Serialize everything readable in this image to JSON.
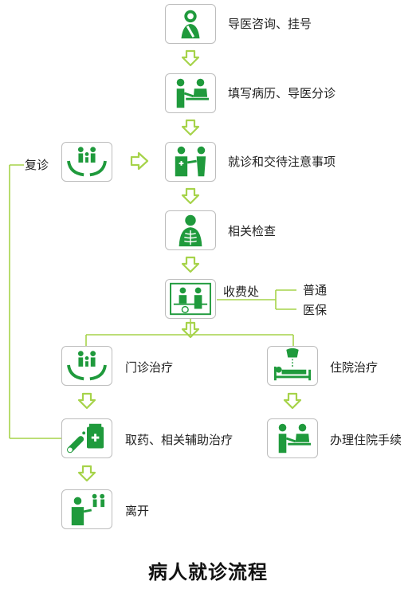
{
  "steps": {
    "register": "导医咨询、挂号",
    "fill_record": "填写病历、导医分诊",
    "consult": "就诊和交待注意事项",
    "examination": "相关检查",
    "cashier": "收费处",
    "outpatient": "门诊治疗",
    "inpatient": "住院治疗",
    "medicine": "取药、相关辅助治疗",
    "admission": "办理住院手续",
    "leave": "离开"
  },
  "payment_types": {
    "normal": "普通",
    "insurance": "医保"
  },
  "followup": "复诊",
  "title": "病人就诊流程",
  "colors": {
    "accent": "#1f9a3c",
    "line": "#a6d34a",
    "border": "#bdbdbd"
  },
  "icons": {
    "register": "receptionist-icon",
    "fill_record": "desk-consultation-icon",
    "consult": "doctor-patient-icon",
    "examination": "xray-chest-icon",
    "cashier": "cashier-icon",
    "outpatient": "family-hands-icon",
    "inpatient": "hospital-bed-icon",
    "medicine": "medicine-icon",
    "admission": "desk-consultation-icon",
    "leave": "leaving-people-icon",
    "followup": "family-hands-icon"
  }
}
